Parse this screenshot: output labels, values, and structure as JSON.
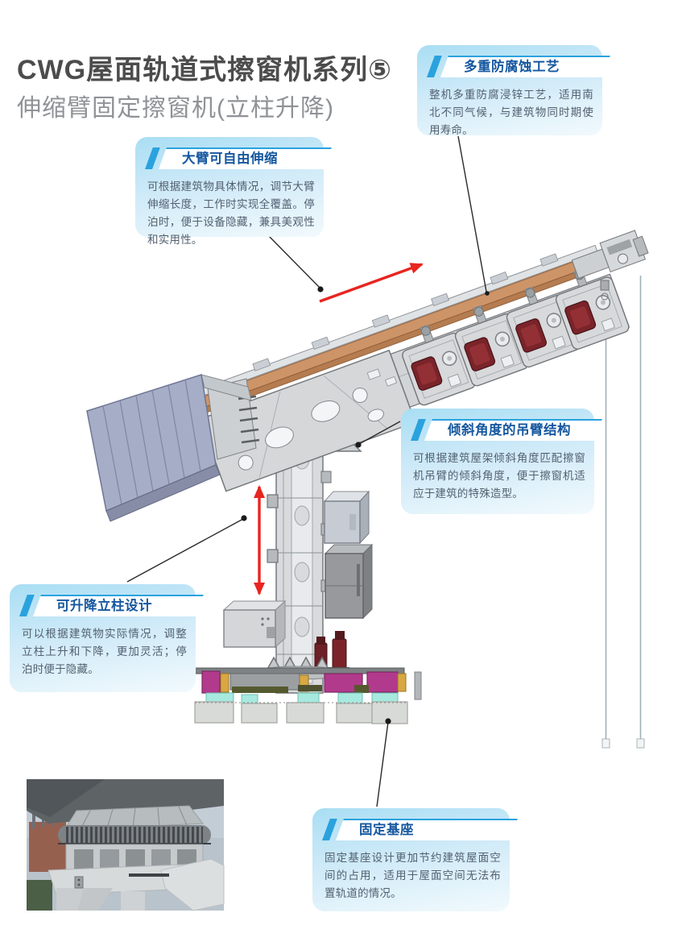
{
  "header": {
    "title": "CWG屋面轨道式擦窗机系列⑤",
    "subtitle": "伸缩臂固定擦窗机(立柱升降)"
  },
  "callouts": [
    {
      "title": "多重防腐蚀工艺",
      "body": "整机多重防腐浸锌工艺，适用南北不同气候，与建筑物同时期使用寿命。"
    },
    {
      "title": "大臂可自由伸缩",
      "body": "可根据建筑物具体情况，调节大臂伸缩长度，工作时实现全覆盖。停泊时，便于设备隐藏，兼具美观性和实用性。"
    },
    {
      "title": "倾斜角度的吊臂结构",
      "body": "可根据建筑屋架倾斜角度匹配擦窗机吊臂的倾斜角度，便于擦窗机适应于建筑的特殊造型。"
    },
    {
      "title": "可升降立柱设计",
      "body": "可以根据建筑物实际情况，调整立柱上升和下降，更加灵活；停泊时便于隐藏。"
    },
    {
      "title": "固定基座",
      "body": "固定基座设计更加节约建筑屋面空间的占用，适用于屋面空间无法布置轨道的情况。"
    }
  ],
  "figure": {
    "machine": "伸缩臂固定擦窗机技术图",
    "photo": "固定基座回转齿圈实物照片",
    "arrow_extend_icon": "boom-extend-direction-arrow",
    "arrow_lift_icon": "column-lift-double-arrow"
  },
  "colors": {
    "accent_blue": "#2aa2de",
    "callout_title_blue": "#15579f",
    "callout_body_gray": "#536071",
    "callout_gradient_top": "#a9def4",
    "callout_gradient_bottom": "#f2fafd",
    "arrow_red": "#e8251f",
    "title_gray": "#4c4c4c",
    "subtitle_gray": "#8f9296",
    "rail_orange": "#cd9468",
    "motor_dark_red": "#7a242a",
    "counterweight_magenta": "#b23a8c"
  }
}
